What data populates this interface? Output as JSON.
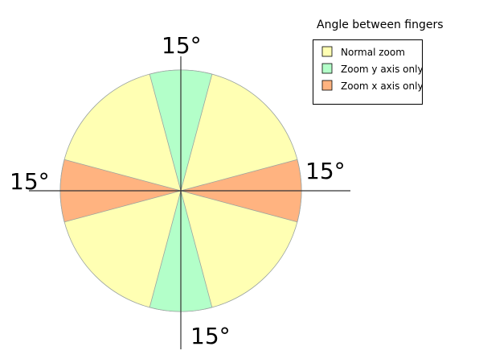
{
  "legend": {
    "title": "Angle between fingers",
    "items": [
      {
        "label": "Normal zoom",
        "color": "#ffffb3"
      },
      {
        "label": "Zoom y axis only",
        "color": "#b3ffc9"
      },
      {
        "label": "Zoom x axis only",
        "color": "#ffb380"
      }
    ]
  },
  "angle_labels": {
    "top": "15°",
    "right": "15°",
    "left": "15°",
    "bottom": "15°"
  },
  "colors": {
    "normal": "#ffffb3",
    "zoom_y": "#b3ffc9",
    "zoom_x": "#ffb380",
    "axis": "#333333",
    "wedge_border": "#9aa3a0"
  },
  "wedge_half_angle_deg": 15
}
